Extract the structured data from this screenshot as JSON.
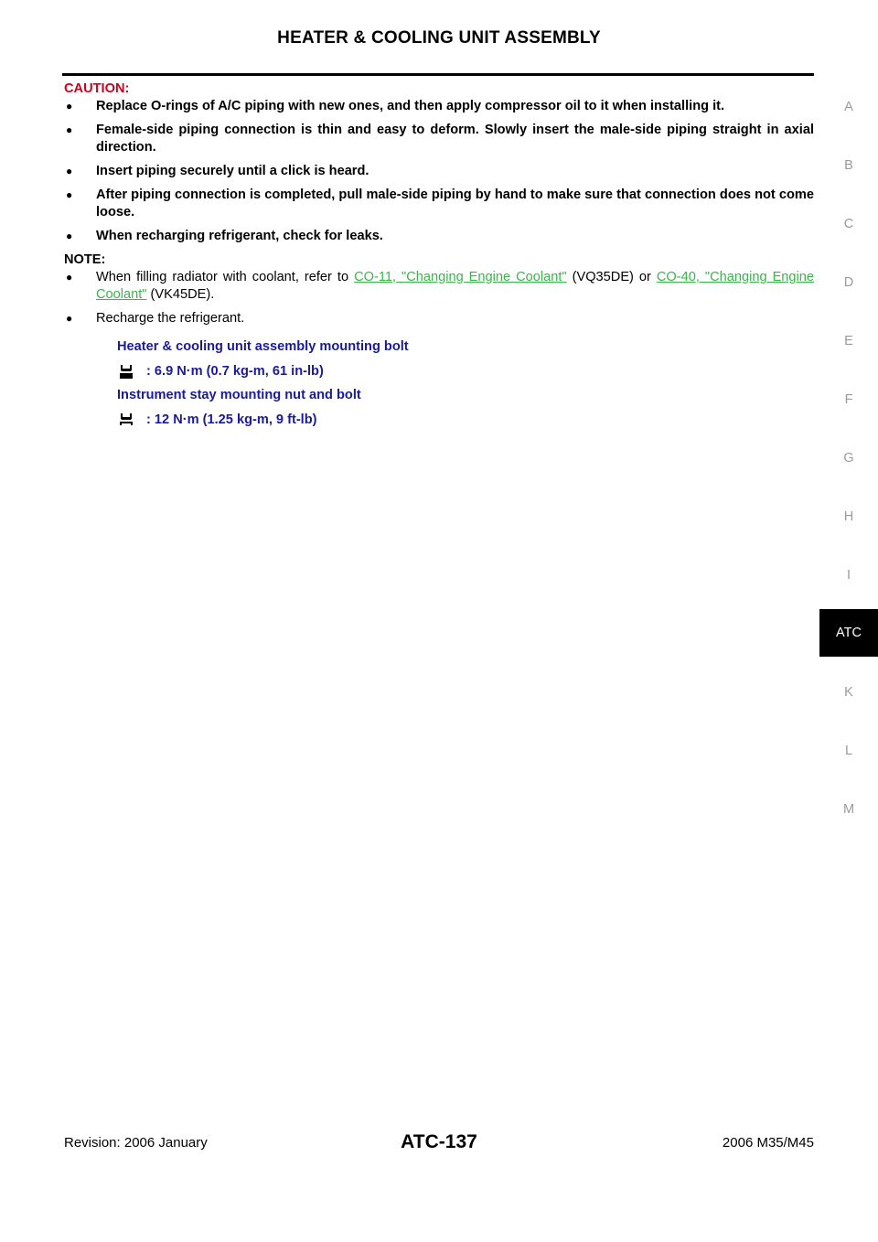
{
  "header": {
    "title": "HEATER & COOLING UNIT ASSEMBLY"
  },
  "caution": {
    "label": "CAUTION:",
    "items": [
      "Replace O-rings of A/C piping with new ones, and then apply compressor oil to it when installing it.",
      "Female-side piping connection is thin and easy to deform. Slowly insert the male-side piping straight in axial direction.",
      "Insert piping securely until a click is heard.",
      "After piping connection is completed, pull male-side piping by hand to make sure that connection does not come loose.",
      "When recharging refrigerant, check for leaks."
    ]
  },
  "note": {
    "label": "NOTE:",
    "item1": {
      "prefix": "When filling radiator with coolant, refer to ",
      "link1": "CO-11, \"Changing Engine Coolant\"",
      "middle": " (VQ35DE) or ",
      "link2": "CO-40, \"Changing Engine Coolant\"",
      "suffix": " (VK45DE)."
    },
    "item2": "Recharge the refrigerant."
  },
  "torque": {
    "item1_heading": "Heater & cooling unit assembly mounting bolt",
    "item1_spec": ": 6.9 N·m (0.7 kg-m, 61 in-lb)",
    "item1_icon": "torque-wrench-icon",
    "item2_heading": "Instrument stay mounting nut and bolt",
    "item2_spec": ": 12 N·m (1.25 kg-m, 9 ft-lb)",
    "item2_icon": "torque-wrench-icon",
    "heading_color": "#1a1a9c"
  },
  "side_tabs": [
    "A",
    "B",
    "C",
    "D",
    "E",
    "F",
    "G",
    "H",
    "I",
    "ATC",
    "K",
    "L",
    "M"
  ],
  "active_tab": "ATC",
  "footer": {
    "revision": "Revision: 2006 January",
    "page": "ATC-137",
    "model": "2006 M35/M45"
  },
  "colors": {
    "caution": "#d0021b",
    "link": "#39b54a"
  }
}
